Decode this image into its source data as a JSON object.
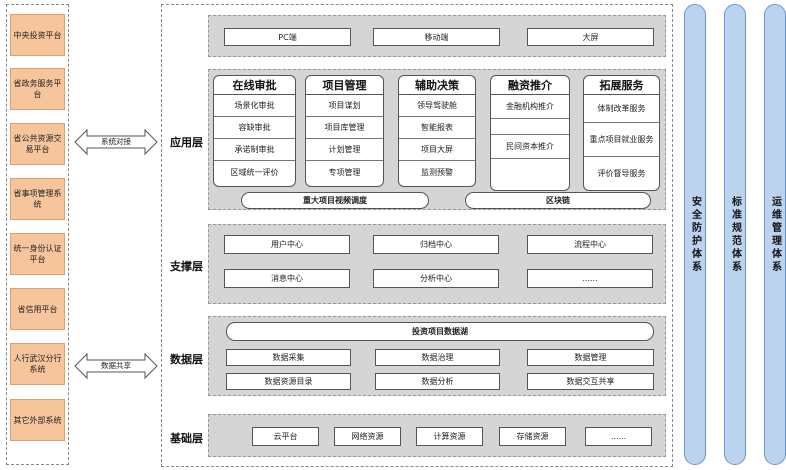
{
  "external_platforms": [
    "中央投资平台",
    "省政务服务平台",
    "省公共资源交易平台",
    "省事项管理系统",
    "统一身份认证平台",
    "省信用平台",
    "人行武汉分行系统",
    "其它外部系统"
  ],
  "arrows": {
    "system_dock": "系统对接",
    "data_share": "数据共享"
  },
  "layers": {
    "application": "应用层",
    "support": "支撑层",
    "data": "数据层",
    "infrastructure": "基础层"
  },
  "channels": [
    "PC端",
    "移动端",
    "大屏"
  ],
  "categories": [
    {
      "title": "在线审批",
      "items": [
        "场景化审批",
        "容缺审批",
        "承诺制审批",
        "区域统一评价"
      ]
    },
    {
      "title": "项目管理",
      "items": [
        "项目谋划",
        "项目库管理",
        "计划管理",
        "专项管理"
      ]
    },
    {
      "title": "辅助决策",
      "items": [
        "领导驾驶舱",
        "智能报表",
        "项目大屏",
        "监测预警"
      ]
    },
    {
      "title": "融资推介",
      "items": [
        "金融机构推介",
        "",
        "民间资本推介",
        ""
      ]
    },
    {
      "title": "拓展服务",
      "items": [
        "体制改革服务",
        "重点项目就业服务",
        "评价督导服务"
      ]
    }
  ],
  "app_bottom": {
    "video": "重大项目视频调度",
    "blockchain": "区块链"
  },
  "support_cells": [
    [
      "用户中心",
      "归档中心",
      "流程中心"
    ],
    [
      "消息中心",
      "分析中心",
      "......"
    ]
  ],
  "data_lake": "投资项目数据湖",
  "data_cells": [
    [
      "数据采集",
      "数据治理",
      "数据管理"
    ],
    [
      "数据资源目录",
      "数据分析",
      "数据交互共享"
    ]
  ],
  "infra_cells": [
    "云平台",
    "网络资源",
    "计算资源",
    "存储资源",
    "......"
  ],
  "pillars": [
    "安全防护体系",
    "标准规范体系",
    "运维管理体系"
  ],
  "colors": {
    "platform_fill": "#f6c59c",
    "layer_fill": "#d5d5d5",
    "pillar_fill": "#bcd3ef"
  }
}
